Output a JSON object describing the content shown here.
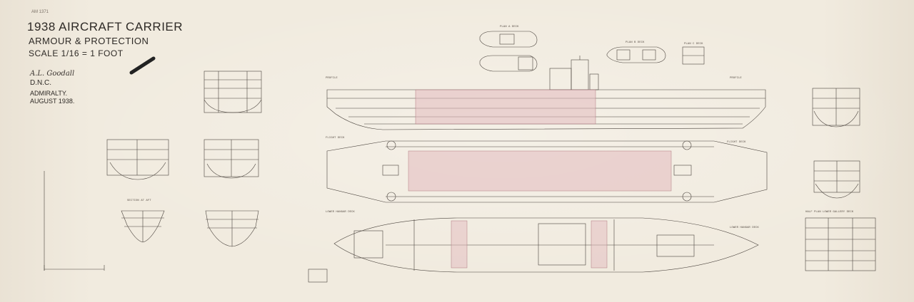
{
  "sheet": {
    "reference": "AM 1371",
    "title": "1938 AIRCRAFT CARRIER",
    "subtitle": "ARMOUR & PROTECTION",
    "scale": "SCALE 1/16 = 1 FOOT",
    "signature": "A.L. Goodall",
    "signatory": "D.N.C.",
    "office": "ADMIRALTY.",
    "date": "AUGUST 1938."
  },
  "labels": {
    "profile_fwd": "PROFILE",
    "profile_aft": "PROFILE",
    "flight_deck_left": "FLIGHT DECK",
    "flight_deck_right": "FLIGHT DECK",
    "lower_hangar_deck_left": "LOWER HANGAR DECK",
    "lower_hangar_deck_right": "LOWER HANGAR DECK",
    "plan_a_deck": "PLAN A DECK",
    "plan_b_deck": "PLAN B DECK",
    "plan_c_deck": "PLAN C DECK",
    "section_aft": "SECTION AT AFT",
    "half_plan_lower_gallery_deck": "HALF PLAN LOWER GALLERY DECK"
  },
  "colors": {
    "paper": "#f1ebdf",
    "ink": "#3a342f",
    "armour_fill": "#e2b9bd",
    "armour_stroke": "#b07a80"
  }
}
